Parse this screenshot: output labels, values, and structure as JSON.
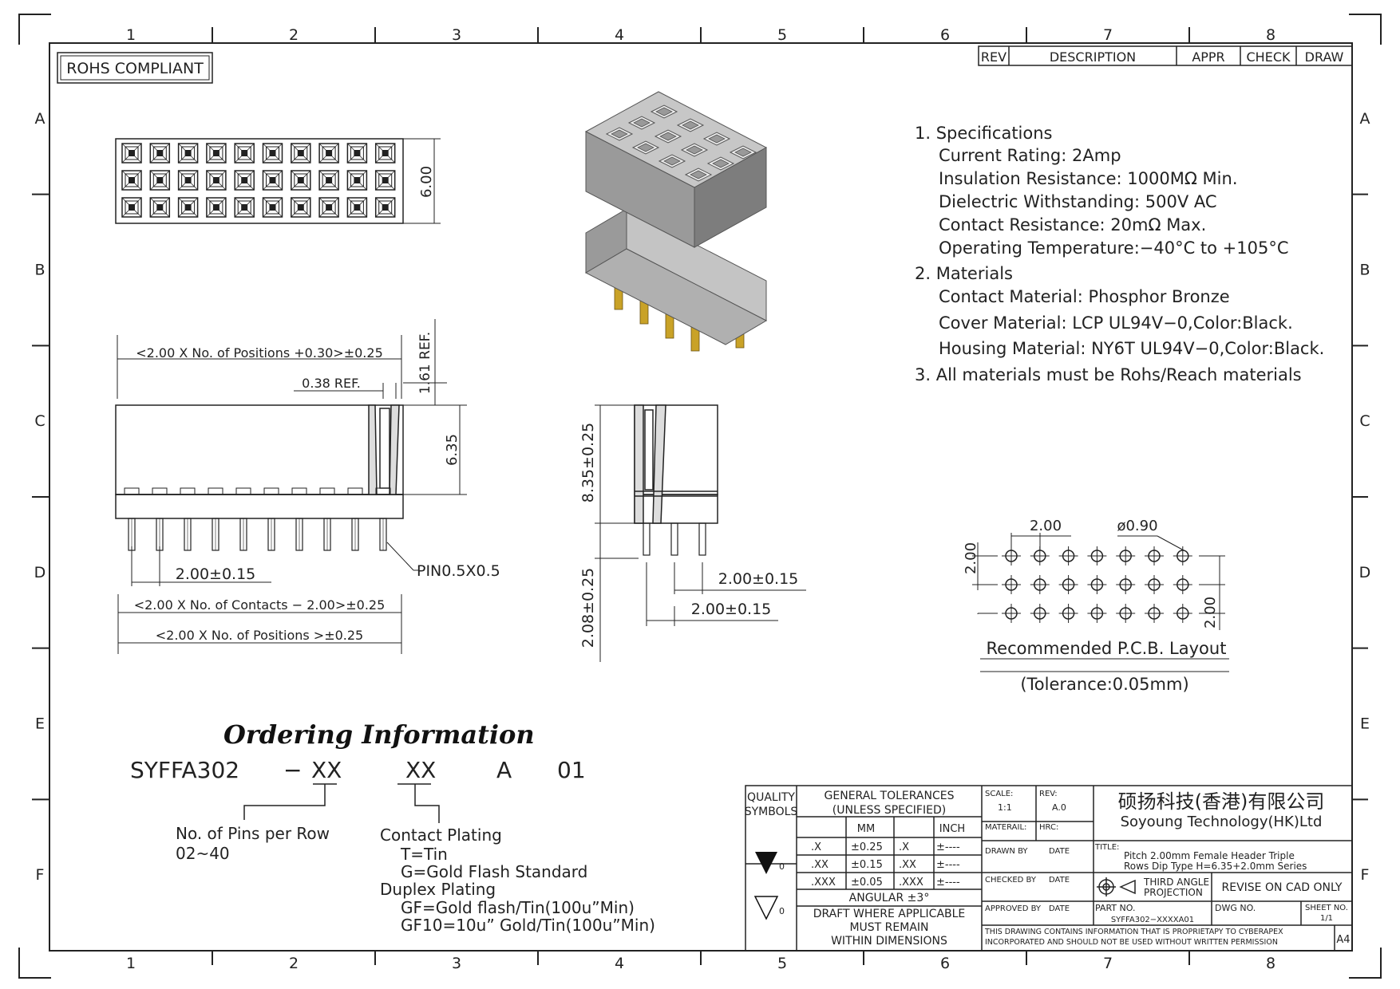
{
  "frame": {
    "cols": [
      "1",
      "2",
      "3",
      "4",
      "5",
      "6",
      "7",
      "8"
    ],
    "rows": [
      "A",
      "B",
      "C",
      "D",
      "E",
      "F"
    ]
  },
  "rohs": "ROHS COMPLIANT",
  "rev_table": {
    "rev": "REV",
    "description": "DESCRIPTION",
    "appr": "APPR",
    "check": "CHECK",
    "draw": "DRAW"
  },
  "specs": [
    "1.  Specifications",
    "Current  Rating:  2Amp",
    "Insulation  Resistance:  1000MΩ  Min.",
    "Dielectric  Withstanding:  500V  AC",
    "Contact  Resistance:  20mΩ  Max.",
    "Operating  Temperature:−40°C  to  +105°C",
    "2.  Materials",
    "Contact  Material:  Phosphor  Bronze",
    "Cover  Material:  LCP  UL94V−0,Color:Black.",
    "Housing  Material:  NY6T  UL94V−0,Color:Black.",
    "3.  All  materials  must  be  Rohs/Reach  materials"
  ],
  "dims": {
    "d600": "6.00",
    "d161": "1.61  REF.",
    "positions_plus": "<2.00  X  No.  of  Positions  +0.30>±0.25",
    "ref038": "0.38  REF.",
    "d635": "6.35",
    "pitch1": "2.00±0.15",
    "pin": "PIN0.5X0.5",
    "contacts": "<2.00  X  No.  of  Contacts  −  2.00>±0.25",
    "positions": "<2.00  X  No.  of  Positions  >±0.25",
    "d835": "8.35±0.25",
    "d208": "2.08±0.25",
    "side_pitch_a": "2.00±0.15",
    "side_pitch_b": "2.00±0.15",
    "pcb_200": "2.00",
    "pcb_dia": "ø0.90",
    "pcb_200_left": "2.00",
    "pcb_200_right": "2.00"
  },
  "pcb": {
    "title": "Recommended  P.C.B.  Layout",
    "tolerance": "(Tolerance:0.05mm)"
  },
  "ordering": {
    "title": "Ordering Information",
    "part": "SYFFA302",
    "dash": "−",
    "xx1": "XX",
    "xx2": "XX",
    "a": "A",
    "n01": "01",
    "pins_label": "No.  of  Pins  per  Row",
    "pins_range": "02~40",
    "plating": [
      "Contact  Plating",
      "T=Tin",
      "G=Gold  Flash  Standard",
      "Duplex  Plating",
      "GF=Gold  flash/Tin(100u”Min)",
      "GF10=10u”  Gold/Tin(100u”Min)"
    ]
  },
  "titleblock": {
    "quality": "QUALITY",
    "symbols": "SYMBOLS",
    "gen_tol": "GENERAL  TOLERANCES",
    "unless": "(UNLESS  SPECIFIED)",
    "mm": "MM",
    "inch": "INCH",
    "tol_rows": [
      {
        "d": ".X",
        "mm": "±0.25",
        "id": ".X",
        "inch": "±----"
      },
      {
        "d": ".XX",
        "mm": "±0.15",
        "id": ".XX",
        "inch": "±----"
      },
      {
        "d": ".XXX",
        "mm": "±0.05",
        "id": ".XXX",
        "inch": "±----"
      }
    ],
    "angular": "ANGULAR  ±3°",
    "draft": "DRAFT  WHERE  APPLICABLE",
    "must": "MUST  REMAIN",
    "within": "WITHIN  DIMENSIONS",
    "sym1": "0",
    "sym2": "0",
    "scale_l": "SCALE:",
    "scale_v": "1:1",
    "rev_l": "REV:",
    "rev_v": "A.0",
    "material_l": "MATERAIL:",
    "hrc_l": "HRC:",
    "drawn_by": "DRAWN  BY",
    "checked_by": "CHECKED  BY",
    "approved_by": "APPROVED  BY",
    "date1": "DATE",
    "date2": "DATE",
    "date3": "DATE",
    "company_cn": "硕扬科技(香港)有限公司",
    "company_en": "Soyoung  Technology(HK)Ltd",
    "title_l": "TITLE:",
    "title1": "Pitch  2.00mm  Female  Header  Triple",
    "title2": "Rows  Dip  Type  H=6.35+2.0mm  Series",
    "third1": "THIRD  ANGLE",
    "third2": "PROJECTION",
    "revise": "REVISE  ON  CAD  ONLY",
    "part_l": "PART  NO.",
    "part_v": "SYFFA302−XXXXA01",
    "dwg_l": "DWG  NO.",
    "sheet_l": "SHEET  NO.",
    "sheet_v": "1/1",
    "notice1": "THIS  DRAWING  CONTAINS  INFORMATION  THAT  IS  PROPRIETAPY  TO  CYBERAPEX",
    "notice2": "INCORPORATED  AND  SHOULD  NOT  BE  USED  WITHOUT  WRITTEN  PERMISSION",
    "size": "A4"
  },
  "colors": {
    "line": "#222222",
    "housing": "#8a8a8a",
    "housing_top": "#b4b4b4",
    "pin": "#c9a227"
  }
}
